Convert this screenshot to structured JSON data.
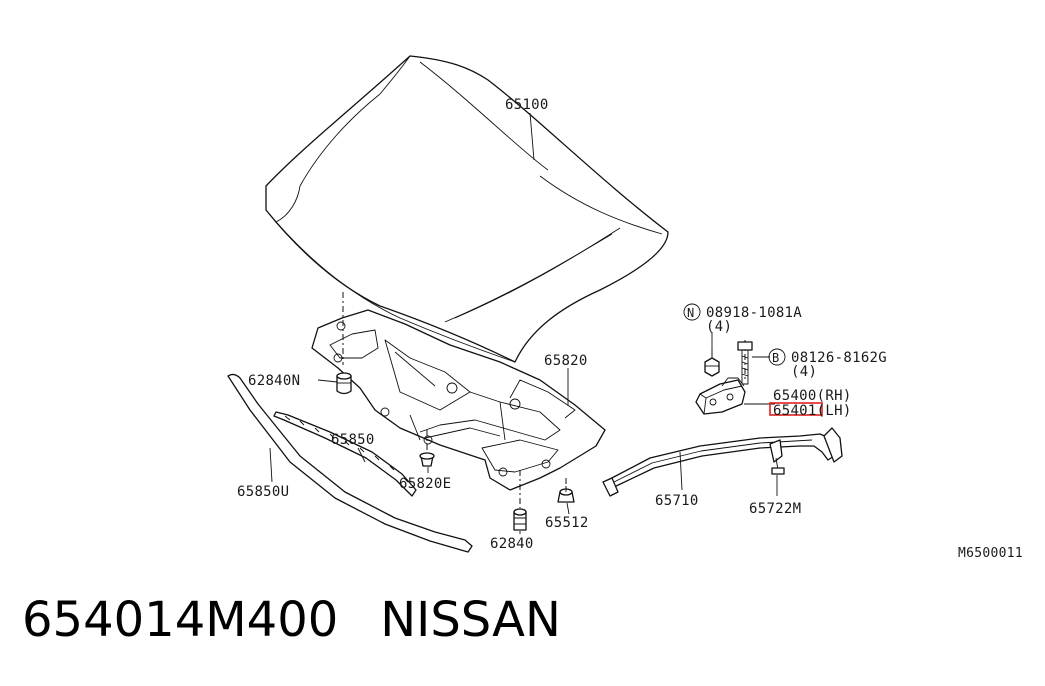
{
  "diagram": {
    "labels": {
      "hood": "65100",
      "hood_insulator": "65820",
      "bumper_rubber": "62840N",
      "seal_upper": "65850",
      "seal_lower": "65850U",
      "clip_e": "65820E",
      "clip": "65512",
      "bumper_rubber_lower": "62840",
      "rod": "65710",
      "rod_holder": "65722M",
      "nut_part": "08918-1081A",
      "nut_qty": "(4)",
      "bolt_part": "08126-8162G",
      "bolt_qty": "(4)",
      "hinge_rh": "65400(RH)",
      "hinge_lh": "65401(LH)",
      "ref_code": "M6500011"
    },
    "symbols": {
      "nut_symbol": "N",
      "bolt_symbol": "B"
    },
    "highlight_color": "#e0201e"
  },
  "caption": {
    "part_number": "654014M400",
    "brand": "NISSAN"
  }
}
